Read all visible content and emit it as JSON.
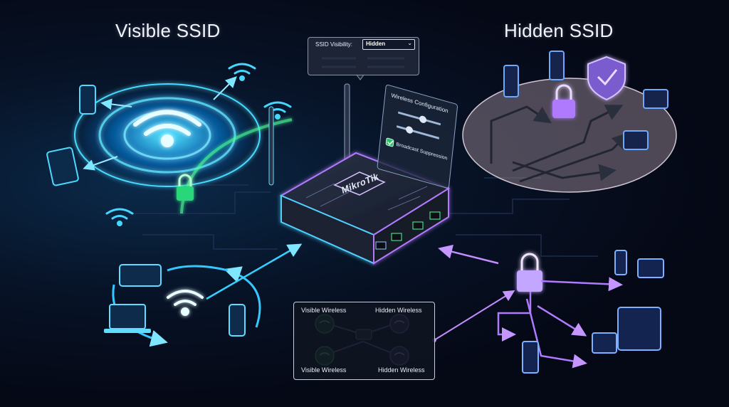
{
  "headings": {
    "left": "Visible SSID",
    "right": "Hidden SSID"
  },
  "visibility_control": {
    "label": "SSID Visibility:",
    "selected_value": "Hidden"
  },
  "config_panel": {
    "title": "Wireless Configuration",
    "checkbox_label": "Broadcast Suppression"
  },
  "router": {
    "brand": "MikroTik"
  },
  "comparison": {
    "top_left": "Visible Wireless",
    "top_right": "Hidden Wireless",
    "bottom_left": "Visible Wireless",
    "bottom_right": "Hidden Wireless"
  },
  "colors": {
    "visible_accent": "#2fd0ff",
    "hidden_accent": "#b07aff",
    "router_glow": "#8a5cff",
    "background": "#060a18"
  }
}
